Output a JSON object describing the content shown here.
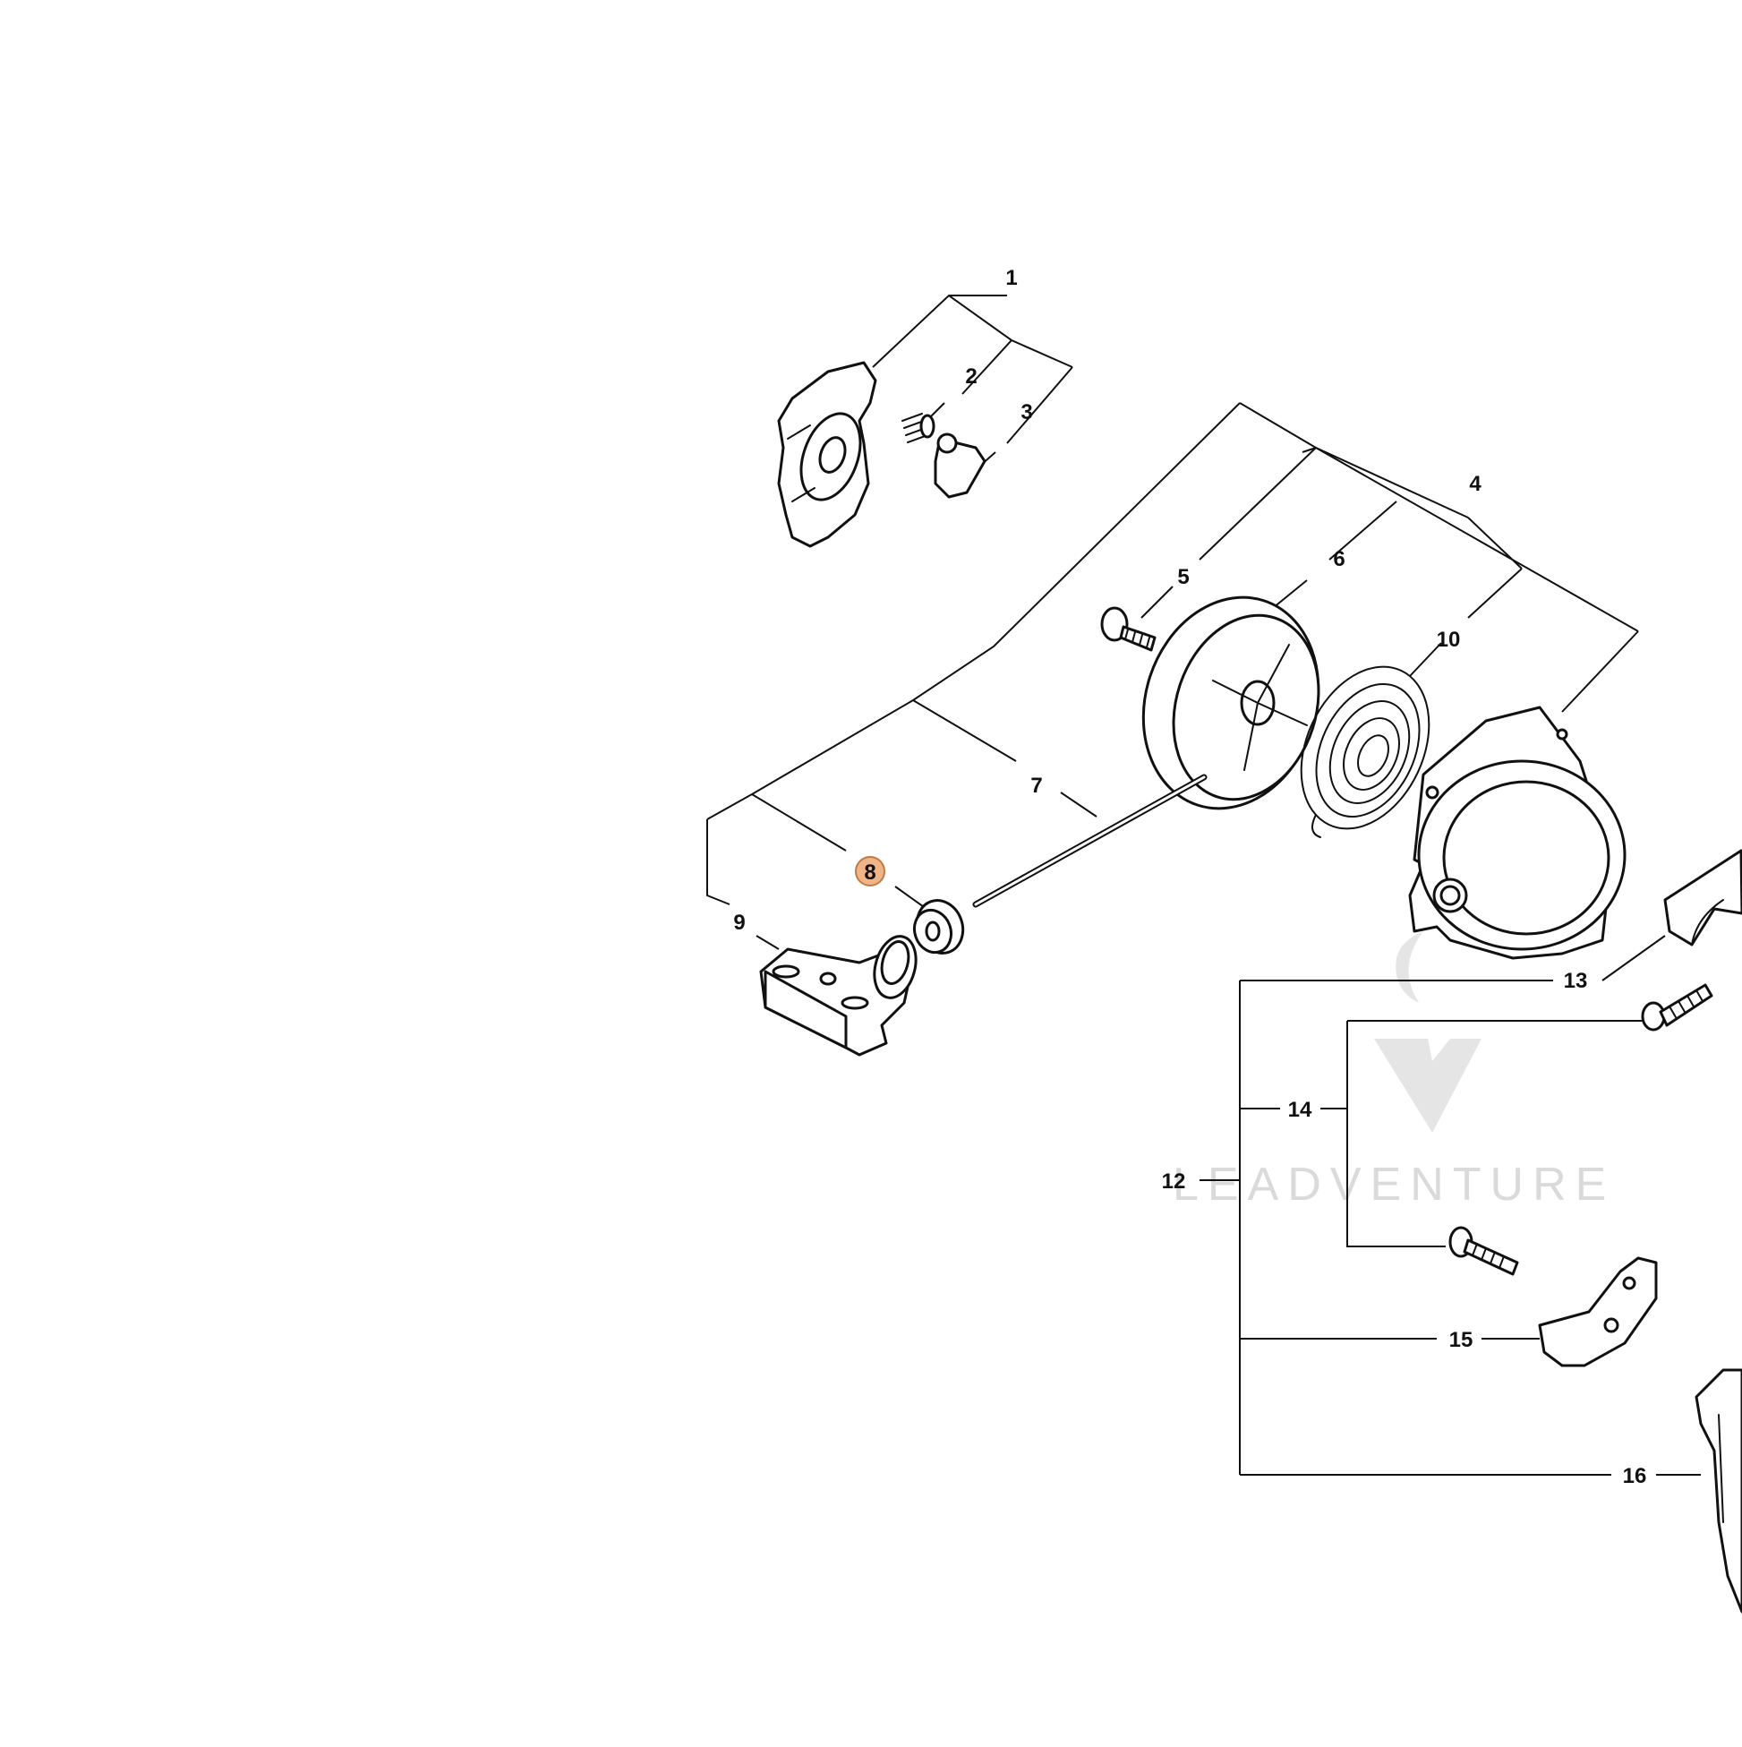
{
  "diagram": {
    "callouts": [
      {
        "id": "c1",
        "label": "1"
      },
      {
        "id": "c2",
        "label": "2"
      },
      {
        "id": "c3",
        "label": "3"
      },
      {
        "id": "c4",
        "label": "4"
      },
      {
        "id": "c5",
        "label": "5"
      },
      {
        "id": "c6",
        "label": "6"
      },
      {
        "id": "c7",
        "label": "7"
      },
      {
        "id": "c8",
        "label": "8",
        "highlighted": true
      },
      {
        "id": "c9",
        "label": "9"
      },
      {
        "id": "c10",
        "label": "10"
      },
      {
        "id": "c12",
        "label": "12"
      },
      {
        "id": "c13",
        "label": "13"
      },
      {
        "id": "c14",
        "label": "14"
      },
      {
        "id": "c15",
        "label": "15"
      },
      {
        "id": "c16",
        "label": "16"
      }
    ],
    "highlight_color": "#f0b487",
    "line_color": "#111111"
  },
  "watermark": {
    "text": "LEADVENTURE"
  }
}
